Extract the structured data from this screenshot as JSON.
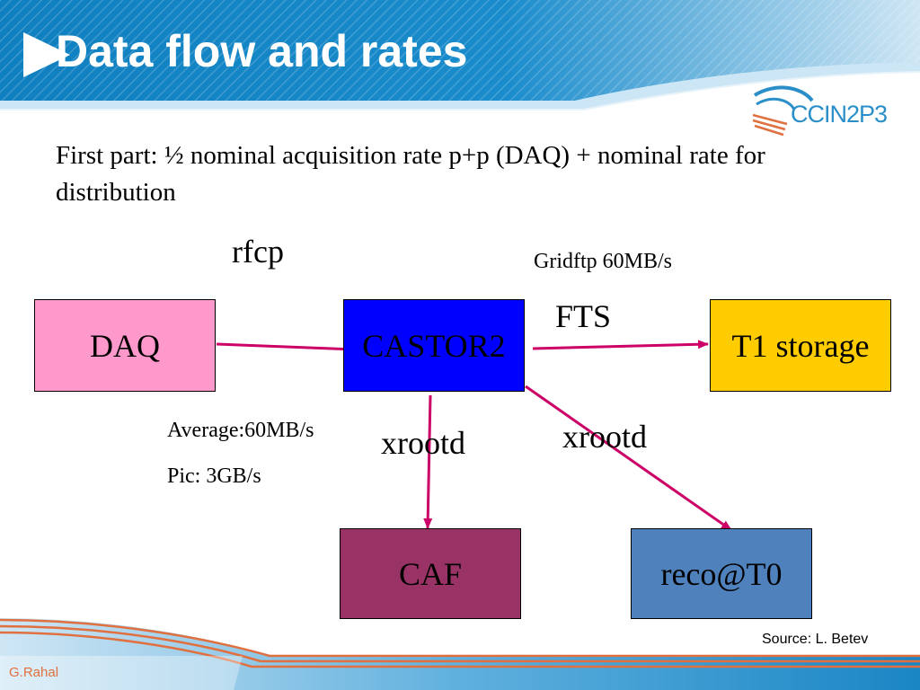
{
  "slide": {
    "title": "Data flow and rates",
    "logo_text": "CCIN2P3",
    "intro": "First part: ½ nominal acquisition rate p+p (DAQ) + nominal rate for distribution"
  },
  "diagram": {
    "nodes": {
      "daq": "DAQ",
      "castor": "CASTOR2",
      "t1": "T1 storage",
      "caf": "CAF",
      "reco": "reco@T0"
    },
    "labels": {
      "rfcp": "rfcp",
      "gridftp": "Gridftp 60MB/s",
      "fts": "FTS",
      "average": "Average:60MB/s",
      "pic": "Pic: 3GB/s",
      "xrootd_caf": "xrootd",
      "xrootd_reco": "xrootd"
    },
    "node_colors": {
      "daq": "#ff99cc",
      "castor": "#0000ff",
      "t1": "#ffcc00",
      "caf": "#993366",
      "reco": "#4f81bd"
    },
    "arrow_color": "#cc0066"
  },
  "footer": {
    "source": "Source: L. Betev",
    "author": "G.Rahal"
  },
  "theme": {
    "banner_blue": "#1a86c4",
    "banner_light": "#d6ecf8",
    "footer_orange": "#e07040"
  }
}
